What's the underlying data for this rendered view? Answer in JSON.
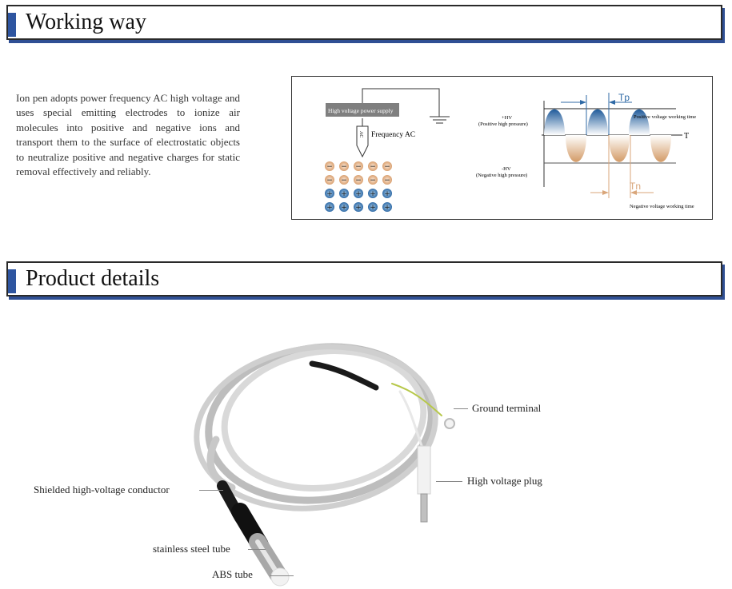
{
  "sections": {
    "working": {
      "title": "Working way"
    },
    "product": {
      "title": "Product details"
    }
  },
  "description": "Ion pen adopts power frequency AC high voltage and uses special emitting electrodes to ionize air molecules into positive and negative ions and  transport them to the surface of electrostatic objects to neutralize positive and negative charges for static removal effectively and reliably.",
  "diagram": {
    "power_supply": "High voltage power supply",
    "electrode_label": "AC",
    "frequency_label": "Frequency AC",
    "negative_ion_sign": "−",
    "positive_ion_sign": "+",
    "pos_hv": "+HV",
    "pos_hv_sub": "(Positive high pressure)",
    "neg_hv": "-HV",
    "neg_hv_sub": "(Negative high pressure)",
    "axis_label": "T",
    "tp_label": "Tp",
    "tn_label": "Tn",
    "pos_time": "Positive voltage working time",
    "neg_time": "Negative voltage working time",
    "colors": {
      "positive": "#2f6aa6",
      "negative": "#d9a67a",
      "supply": "#7f7f7f"
    }
  },
  "product": {
    "labels": {
      "ground": "Ground terminal",
      "plug": "High voltage plug",
      "conductor": "Shielded high-voltage conductor",
      "steel": "stainless steel tube",
      "abs": "ABS tube"
    }
  },
  "colors": {
    "accent": "#2e55a0",
    "shadow": "#2f4f94"
  }
}
